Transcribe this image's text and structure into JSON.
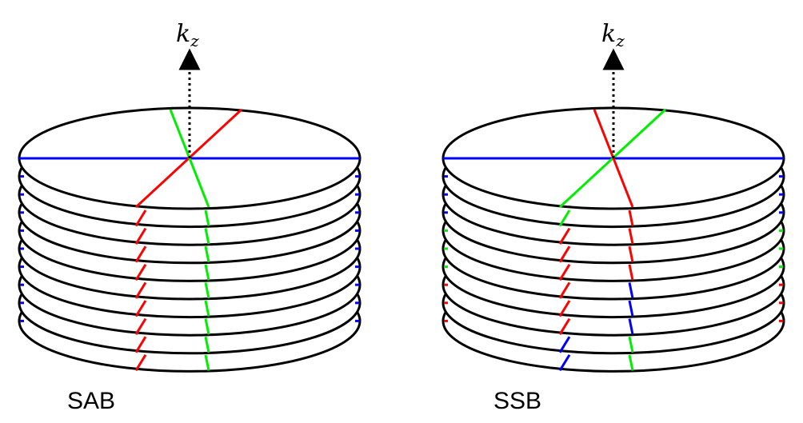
{
  "colors": {
    "outline": "#000000",
    "blue": "#0000ff",
    "red": "#ff0000",
    "green": "#00ee00"
  },
  "axis": {
    "symbol": "k",
    "subscript": "z"
  },
  "panels": [
    {
      "label": "SAB",
      "top_lines": [
        "blue",
        "red",
        "green"
      ],
      "layers": [
        {
          "left": "blue",
          "front_a": "red",
          "front_b": "green",
          "right": "blue"
        },
        {
          "left": "blue",
          "front_a": "red",
          "front_b": "green",
          "right": "blue"
        },
        {
          "left": "blue",
          "front_a": "red",
          "front_b": "green",
          "right": "blue"
        },
        {
          "left": "blue",
          "front_a": "red",
          "front_b": "green",
          "right": "blue"
        },
        {
          "left": "blue",
          "front_a": "red",
          "front_b": "green",
          "right": "blue"
        },
        {
          "left": "blue",
          "front_a": "red",
          "front_b": "green",
          "right": "blue"
        },
        {
          "left": "blue",
          "front_a": "red",
          "front_b": "green",
          "right": "blue"
        },
        {
          "left": "blue",
          "front_a": "red",
          "front_b": "green",
          "right": "blue"
        },
        {
          "left": "blue",
          "front_a": "red",
          "front_b": "green",
          "right": "blue"
        }
      ]
    },
    {
      "label": "SSB",
      "top_lines": [
        "blue",
        "green",
        "red"
      ],
      "layers": [
        {
          "left": "blue",
          "front_a": "green",
          "front_b": "red",
          "right": "blue"
        },
        {
          "left": "blue",
          "front_a": "red",
          "front_b": "red",
          "right": "blue"
        },
        {
          "left": "blue",
          "front_a": "red",
          "front_b": "red",
          "right": "blue"
        },
        {
          "left": "green",
          "front_a": "red",
          "front_b": "red",
          "right": "green"
        },
        {
          "left": "green",
          "front_a": "red",
          "front_b": "blue",
          "right": "green"
        },
        {
          "left": "green",
          "front_a": "red",
          "front_b": "blue",
          "right": "green"
        },
        {
          "left": "red",
          "front_a": "red",
          "front_b": "blue",
          "right": "red"
        },
        {
          "left": "red",
          "front_a": "blue",
          "front_b": "green",
          "right": "red"
        },
        {
          "left": "red",
          "front_a": "blue",
          "front_b": "green",
          "right": "red"
        }
      ]
    }
  ]
}
